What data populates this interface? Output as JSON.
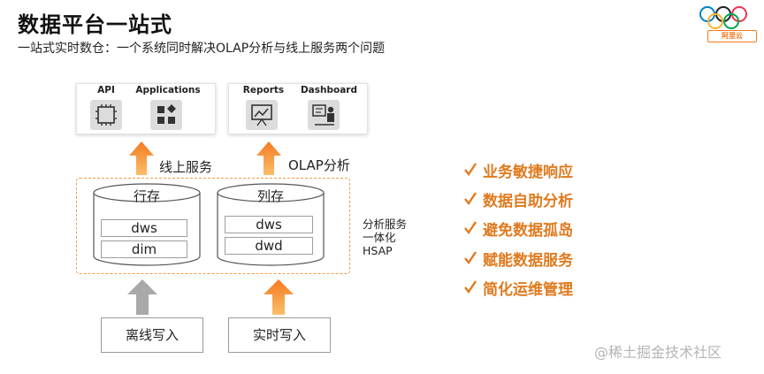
{
  "header": {
    "title": "数据平台一站式",
    "subtitle": "一站式实时数仓：一个系统同时解决OLAP分析与线上服务两个问题"
  },
  "logo": {
    "text": "阿里云",
    "icon": "olympic-rings-icon"
  },
  "top_left_box": {
    "items": [
      {
        "label": "API",
        "icon": "api-chip-icon"
      },
      {
        "label": "Applications",
        "icon": "applications-grid-icon"
      }
    ]
  },
  "top_right_box": {
    "items": [
      {
        "label": "Reports",
        "icon": "report-chart-icon"
      },
      {
        "label": "Dashboard",
        "icon": "dashboard-presenter-icon"
      }
    ]
  },
  "arrows": {
    "online_service": "线上服务",
    "olap_analysis": "OLAP分析"
  },
  "stores": {
    "row_store": {
      "label": "行存",
      "cells": [
        "dws",
        "dim"
      ]
    },
    "column_store": {
      "label": "列存",
      "cells": [
        "dws",
        "dwd"
      ]
    }
  },
  "side_label": [
    "分析服务",
    "一体化",
    "HSAP"
  ],
  "inputs": {
    "offline": "离线写入",
    "realtime": "实时写入"
  },
  "benefits": [
    "业务敏捷响应",
    "数据自助分析",
    "避免数据孤岛",
    "赋能数据服务",
    "简化运维管理"
  ],
  "watermark": "@稀土掘金技术社区",
  "colors": {
    "accent": "#f47a20",
    "arrow_gray": "#a9a9a9",
    "benefit_text": "#e07a1e"
  }
}
